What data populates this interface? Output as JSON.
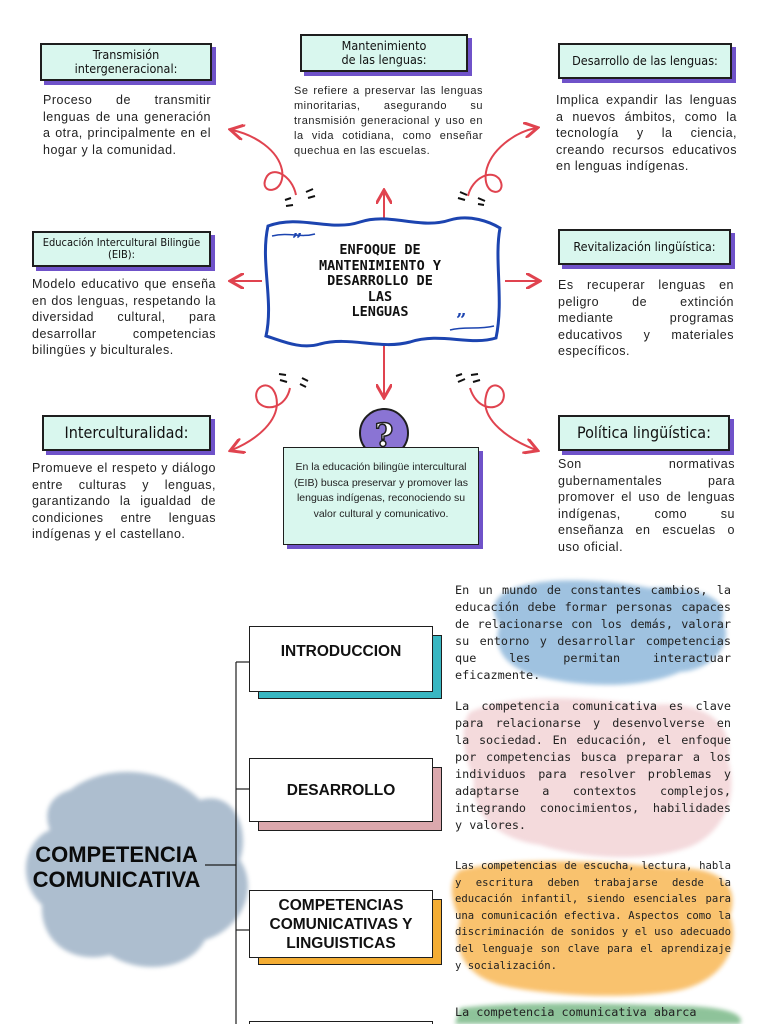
{
  "mindmap": {
    "center_title_lines": [
      "ENFOQUE DE",
      "MANTENIMIENTO Y",
      "DESARROLLO DE",
      "LAS",
      "LENGUAS"
    ],
    "nodes": [
      {
        "title_lines": [
          "Transmisión",
          "intergeneracional:"
        ],
        "text": "Proceso de transmitir lenguas de una generación a otra, principalmente en el hogar y la comunidad."
      },
      {
        "title_lines": [
          "Mantenimiento",
          "de las lenguas:"
        ],
        "text": "Se refiere a preservar las lenguas minoritarias, asegurando su transmisión generacional y uso en la vida cotidiana, como enseñar quechua en las escuelas."
      },
      {
        "title_lines": [
          "Desarrollo de las lenguas:"
        ],
        "text": "Implica expandir las lenguas a nuevos ámbitos, como la tecnología y la ciencia, creando recursos educativos en lenguas indígenas."
      },
      {
        "title_lines": [
          "Educación Intercultural Bilingüe",
          "(EIB):"
        ],
        "text": "Modelo educativo que enseña en dos lenguas, respetando la diversidad cultural, para desarrollar competencias bilingües y biculturales."
      },
      {
        "title_lines": [
          "Revitalización lingüística:"
        ],
        "text": "Es recuperar lenguas en peligro de extinción mediante programas educativos y materiales específicos."
      },
      {
        "title_lines": [
          "Interculturalidad:"
        ],
        "text": "Promueve el respeto y diálogo entre culturas y lenguas, garantizando la igualdad de condiciones entre lenguas indígenas y el castellano."
      },
      {
        "title_lines": [
          "Política lingüística:"
        ],
        "text": "Son normativas gubernamentales para promover el uso de lenguas indígenas, como su enseñanza en escuelas o uso oficial."
      }
    ],
    "question_note": "En la educación bilingüe intercultural (EIB) busca preservar y promover las lenguas indígenas, reconociendo su valor cultural y comunicativo."
  },
  "competencia": {
    "main_title_lines": [
      "COMPETENCIA",
      "COMUNICATIVA"
    ],
    "sections": [
      {
        "label_lines": [
          "INTRODUCCION"
        ],
        "shadow_color": "#39b7c2",
        "text": "En un mundo de constantes cambios, la educación debe formar personas capaces de relacionarse con los demás, valorar su entorno y desarrollar competencias que les permitan interactuar eficazmente."
      },
      {
        "label_lines": [
          "DESARROLLO"
        ],
        "shadow_color": "#dba8ad",
        "text": "La competencia comunicativa es clave para relacionarse y desenvolverse en la sociedad. En educación, el enfoque por competencias busca preparar a los individuos para resolver problemas y adaptarse a contextos complejos, integrando conocimientos, habilidades y valores."
      },
      {
        "label_lines": [
          "COMPETENCIAS",
          "COMUNICATIVAS Y",
          "LINGUISTICAS"
        ],
        "shadow_color": "#f4ad33",
        "text": "Las competencias de escucha, lectura, habla y escritura deben trabajarse desde la educación infantil, siendo esenciales para una comunicación efectiva. Aspectos como la discriminación de sonidos y el uso adecuado del lenguaje son clave para el aprendizaje y socialización."
      },
      {
        "label_lines": [
          ""
        ],
        "shadow_color": "#000000",
        "text": "La competencia comunicativa abarca"
      }
    ]
  },
  "colors": {
    "accent_purple": "#6f52c9",
    "mint": "#d9f7ee",
    "arrow_red": "#e0434f",
    "frame_blue": "#1c44b0"
  }
}
